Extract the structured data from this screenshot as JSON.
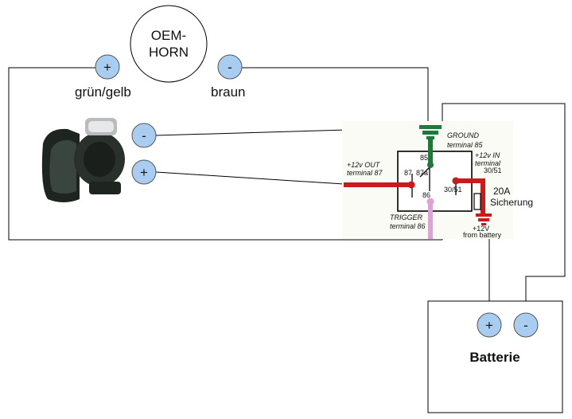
{
  "oem_horn": {
    "label_line1": "OEM-",
    "label_line2": "HORN"
  },
  "wires": {
    "plus_label": "grün/gelb",
    "minus_label": "braun"
  },
  "terminals": {
    "plus": "+",
    "minus": "-"
  },
  "relay": {
    "ground": "GROUND",
    "ground_terminal": "terminal 85",
    "pin85": "85",
    "in_label": "+12v IN",
    "in_terminal": "terminal",
    "in_num": "30/51",
    "out_label": "+12v OUT",
    "out_terminal": "terminal 87",
    "pin87": "87",
    "pin87a": "87a",
    "pin86": "86",
    "pin3051": "30/51",
    "trigger": "TRIGGER",
    "trigger_terminal": "terminal 86",
    "from_battery_1": "+12V",
    "from_battery_2": "from battery"
  },
  "fuse": {
    "rating": "20A",
    "label": "Sicherung"
  },
  "battery": {
    "label": "Batterie"
  },
  "colors": {
    "terminal_fill": "#a9cdf0",
    "wire_red": "#cc1a1a",
    "wire_green": "#1f7a3a",
    "wire_pink": "#e0a0d8",
    "horn_body": "#1e2420"
  }
}
